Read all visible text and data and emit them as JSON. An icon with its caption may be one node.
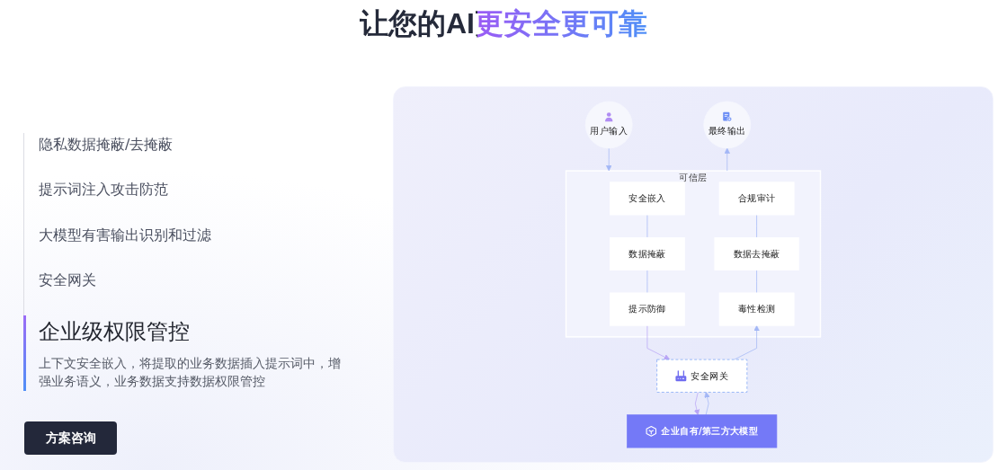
{
  "diagram": {
    "title": "让您的AI更安全更可靠",
    "nodes": [
      {
        "text": [
          "用户输入"
        ]
      },
      {
        "text": [
          "最终输出"
        ]
      },
      {
        "text": [
          "可信层"
        ]
      },
      {
        "text": [
          "安全嵌入"
        ],
        "in": 2
      },
      {
        "text": [
          "合规审计"
        ],
        "in": 2
      },
      {
        "text": [
          "数据掩蔽"
        ],
        "in": 2
      },
      {
        "text": [
          "数据去掩蔽"
        ],
        "in": 2
      },
      {
        "text": [
          "提示防御"
        ],
        "in": 2
      },
      {
        "text": [
          "毒性检测"
        ],
        "in": 2
      },
      {
        "text": [
          "安全网关"
        ]
      },
      {
        "text": [
          "企业自有/第三方大模型"
        ]
      }
    ],
    "edges": [
      {
        "from": 0,
        "to": 2,
        "arrow": "to"
      },
      {
        "from": 3,
        "to": 5,
        "arrow": "none"
      },
      {
        "from": 5,
        "to": 7,
        "arrow": "none"
      },
      {
        "from": 7,
        "to": 9,
        "arrow": "to",
        "color": "#b9a5f6"
      },
      {
        "from": 9,
        "to": 10,
        "arrow": "to",
        "color": "#b9a5f6"
      },
      {
        "from": 10,
        "to": 9,
        "arrow": "to"
      },
      {
        "from": 9,
        "to": 8,
        "arrow": "to"
      },
      {
        "from": 4,
        "to": 6,
        "arrow": "none"
      },
      {
        "from": 6,
        "to": 8,
        "arrow": "none"
      },
      {
        "from": 2,
        "to": 1,
        "arrow": "to"
      }
    ],
    "labels": [
      "隐私数据掩蔽/去掩蔽",
      "提示词注入攻击防范",
      "大模型有害输出识别和过滤",
      "安全网关",
      "企业级权限管控",
      "上下文安全嵌入，将提取的业务数据插入提示词中，增强业务语义，业务数据支持数据权限管控",
      "方案咨询"
    ]
  }
}
